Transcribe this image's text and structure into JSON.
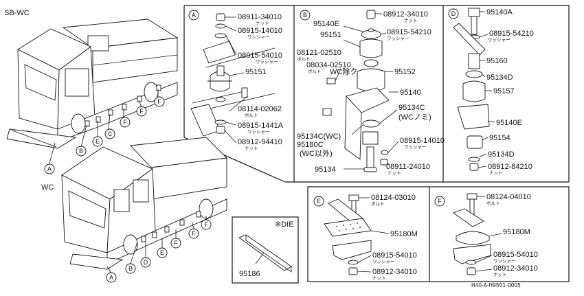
{
  "titles": {
    "top_left": "SB-WC",
    "wc": "WC",
    "die_box": "※DIE",
    "drawing_id": "H40-A-H9501-0005"
  },
  "panel_a": {
    "letter": "A",
    "labels": [
      {
        "code": "08911-34010",
        "sub": "ナット"
      },
      {
        "code": "08915-14010",
        "sub": "ワッシャー"
      },
      {
        "code": "08915-54010",
        "sub": "ワッシャー"
      },
      {
        "code": "95151",
        "sub": ""
      },
      {
        "code": "08114-02062",
        "sub": "ボルト"
      },
      {
        "code": "08915-1441A",
        "sub": "ワッシャー"
      },
      {
        "code": "08912-94410",
        "sub": "ナット"
      }
    ]
  },
  "panel_b": {
    "letter": "B",
    "labels": [
      {
        "code": "08912-34010",
        "sub": "ナット"
      },
      {
        "code": "95140E",
        "sub": ""
      },
      {
        "code": "08915-54210",
        "sub": "ワッシャー"
      },
      {
        "code": "95151",
        "sub": ""
      },
      {
        "code": "08121-02510",
        "sub": "ボルト"
      },
      {
        "code": "08034-02510",
        "sub": "ボルト"
      },
      {
        "code": "WC除ク",
        "sub": ""
      },
      {
        "code": "95152",
        "sub": ""
      },
      {
        "code": "95140",
        "sub": ""
      },
      {
        "code": "95134C",
        "sub": ""
      },
      {
        "code": "(WCノミ)",
        "sub": ""
      },
      {
        "code": "95134C(WC)",
        "sub": ""
      },
      {
        "code": "95180C",
        "sub": ""
      },
      {
        "code": "(WC以外)",
        "sub": ""
      },
      {
        "code": "08915-14010",
        "sub": "ワッシャー"
      },
      {
        "code": "95134",
        "sub": ""
      },
      {
        "code": "08911-24010",
        "sub": "ナット"
      }
    ]
  },
  "panel_d": {
    "letter": "D",
    "labels": [
      {
        "code": "95140A",
        "sub": ""
      },
      {
        "code": "08915-54210",
        "sub": "ワッシャー"
      },
      {
        "code": "95160",
        "sub": ""
      },
      {
        "code": "95134D",
        "sub": ""
      },
      {
        "code": "95157",
        "sub": ""
      },
      {
        "code": "95140E",
        "sub": ""
      },
      {
        "code": "95154",
        "sub": ""
      },
      {
        "code": "95134D",
        "sub": ""
      },
      {
        "code": "08912-84210",
        "sub": "ナット"
      }
    ]
  },
  "panel_e": {
    "letter": "E",
    "labels": [
      {
        "code": "08124-03010",
        "sub": "ボルト"
      },
      {
        "code": "95180M",
        "sub": ""
      },
      {
        "code": "08915-54010",
        "sub": "ワッシャー"
      },
      {
        "code": "08912-34010",
        "sub": "ナット"
      }
    ]
  },
  "panel_f": {
    "letter": "F",
    "labels": [
      {
        "code": "08124-04010",
        "sub": "ボルト"
      },
      {
        "code": "95180M",
        "sub": ""
      },
      {
        "code": "08915-54010",
        "sub": "ワッシャー"
      },
      {
        "code": "08912-34010",
        "sub": "ナット"
      }
    ]
  },
  "die_part": {
    "code": "95186"
  },
  "truck_callouts": {
    "sbwc": [
      "A",
      "B",
      "E",
      "C",
      "F",
      "F",
      "F"
    ],
    "wc": [
      "A",
      "B",
      "D",
      "E",
      "F",
      "F",
      "F"
    ]
  }
}
